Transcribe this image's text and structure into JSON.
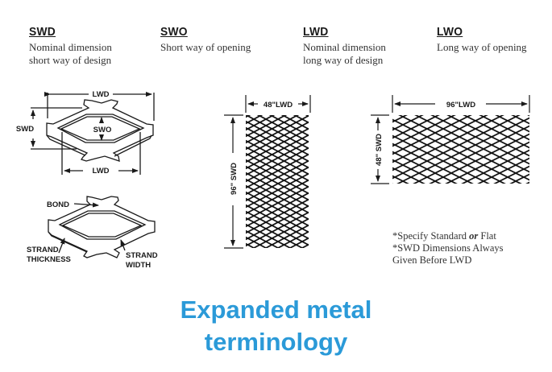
{
  "terms": [
    {
      "abbr": "SWD",
      "desc": "Nominal dimension\nshort way of design"
    },
    {
      "abbr": "SWO",
      "desc": "Short way of opening"
    },
    {
      "abbr": "LWD",
      "desc": "Nominal dimension\nlong way of design"
    },
    {
      "abbr": "LWO",
      "desc": "Long way of opening"
    }
  ],
  "diagram_top": {
    "lwd_top": "LWD",
    "lwd_bottom": "LWD",
    "swd": "SWD",
    "swo": "SWO"
  },
  "diagram_bottom": {
    "bond": "BOND",
    "strand_thickness_1": "STRAND",
    "strand_thickness_2": "THICKNESS",
    "strand_width_1": "STRAND",
    "strand_width_2": "WIDTH"
  },
  "sheet_portrait": {
    "width_label": "48\"LWD",
    "height_label": "96\" SWD"
  },
  "sheet_landscape": {
    "width_label": "96\"LWD",
    "height_label": "48\" SWD"
  },
  "notes": [
    {
      "prefix": "*Specify Standard ",
      "em": "or",
      "suffix": " Flat"
    },
    {
      "text": "*SWD Dimensions Always\n Given Before LWD"
    }
  ],
  "title": {
    "line1": "Expanded metal",
    "line2": "terminology"
  },
  "colors": {
    "title": "#2b9ad8",
    "ink": "#1a1a1a"
  }
}
